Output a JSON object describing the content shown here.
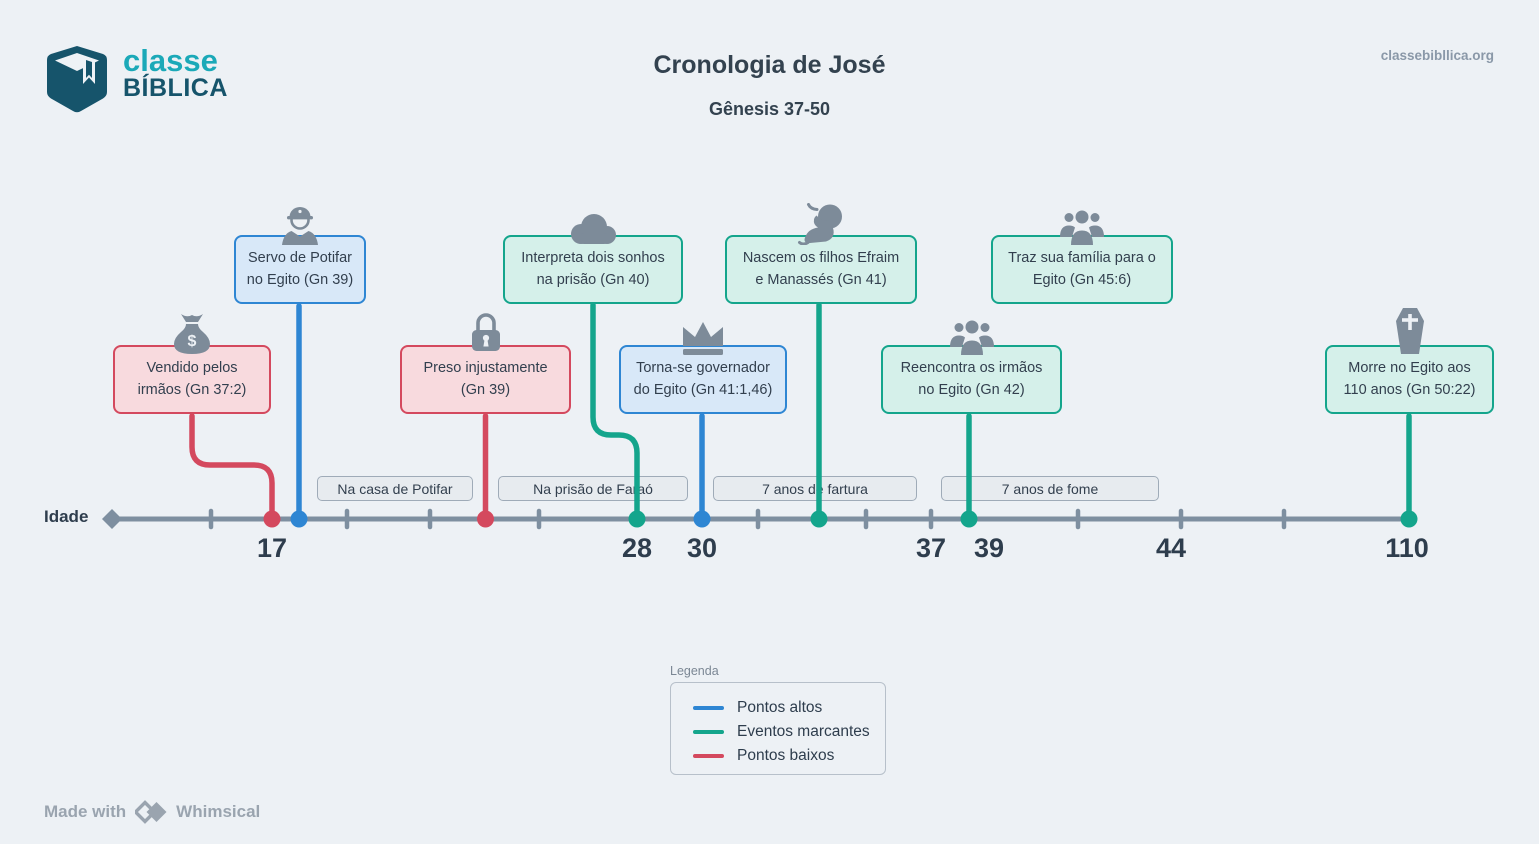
{
  "brand": {
    "logo_line1": "classe",
    "logo_line2": "BÍBLICA",
    "website": "classebibllica.org"
  },
  "header": {
    "title": "Cronologia de José",
    "subtitle": "Gênesis 37-50"
  },
  "timeline": {
    "axis_label": "Idade",
    "ages": [
      "17",
      "28",
      "30",
      "37",
      "39",
      "44",
      "110"
    ],
    "periods": [
      "Na casa de Potifar",
      "Na prisão de Faraó",
      "7 anos de fartura",
      "7 anos de fome"
    ]
  },
  "events": [
    {
      "text": "Vendido pelos irmãos (Gn 37:2)",
      "type": "ponto-baixo",
      "icon": "money-bag",
      "age": "17"
    },
    {
      "text": "Servo de Potifar no Egito (Gn 39)",
      "type": "ponto-alto",
      "icon": "construction-worker"
    },
    {
      "text": "Preso injustamente (Gn 39)",
      "type": "ponto-baixo",
      "icon": "padlock"
    },
    {
      "text": "Interpreta dois sonhos na prisão (Gn 40)",
      "type": "evento-marcante",
      "icon": "dream-cloud",
      "age": "28"
    },
    {
      "text": "Torna-se governador do Egito (Gn 41:1,46)",
      "type": "ponto-alto",
      "icon": "crown",
      "age": "30"
    },
    {
      "text": "Nascem os filhos Efraim e Manassés (Gn 41)",
      "type": "evento-marcante",
      "icon": "baby"
    },
    {
      "text": "Reencontra os irmãos no Egito (Gn 42)",
      "type": "evento-marcante",
      "icon": "people-group",
      "age": "39"
    },
    {
      "text": "Traz sua família para o Egito (Gn 45:6)",
      "type": "evento-marcante",
      "icon": "family-group"
    },
    {
      "text": "Morre no Egito aos 110 anos (Gn 50:22)",
      "type": "evento-marcante",
      "icon": "coffin",
      "age": "110"
    }
  ],
  "legend": {
    "title": "Legenda",
    "items": [
      {
        "label": "Pontos altos",
        "color": "#2e86d3"
      },
      {
        "label": "Eventos marcantes",
        "color": "#14a58c"
      },
      {
        "label": "Pontos baixos",
        "color": "#d4495e"
      }
    ]
  },
  "footer": {
    "made_with": "Made with",
    "brand": "Whimsical"
  },
  "colors": {
    "background": "#edf1f5",
    "ponto_alto": "#2e86d3",
    "evento_marcante": "#14a58c",
    "ponto_baixo": "#d4495e",
    "timeline_gray": "#7e8fa0",
    "text_dark": "#2e3d4d",
    "icon_gray": "#7d8b99"
  }
}
